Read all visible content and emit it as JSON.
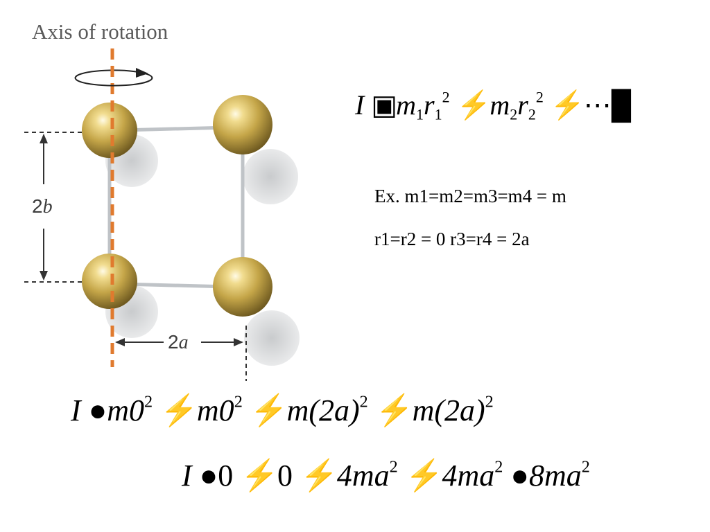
{
  "figure": {
    "axis_title": "Axis of rotation",
    "height_label_num": "2",
    "height_label_var": "b",
    "width_label_num": "2",
    "width_label_var": "a",
    "colors": {
      "axis": "#e07a2e",
      "sphere": "#c9a94a",
      "rod": "#c8ccd0",
      "shadow": "#d4d6d8",
      "dimension": "#333333"
    }
  },
  "formula_top": {
    "I": "I",
    "eq_glyph": "▣",
    "m1": "m",
    "sub1": "1",
    "r1": "r",
    "rsub1": "1",
    "sup1": "2",
    "plus1": "⚡",
    "m2": "m",
    "sub2": "2",
    "r2": "r",
    "rsub2": "2",
    "sup2": "2",
    "plus2": "⚡",
    "ellipsis": "⋯",
    "end": "█"
  },
  "notes": {
    "line1": "Ex. m1=m2=m3=m4 = m",
    "line2": "r1=r2 = 0   r3=r4 = 2a"
  },
  "formula_mid": {
    "I": "I",
    "eq": "●",
    "t1": "m0",
    "t1sup": "2",
    "p1": "⚡",
    "t2": "m0",
    "t2sup": "2",
    "p2": "⚡",
    "t3": "m(2a)",
    "t3sup": "2",
    "p3": "⚡",
    "t4": "m(2a)",
    "t4sup": "2"
  },
  "formula_bottom": {
    "I": "I",
    "eq": "●",
    "t1": "0",
    "p1": "⚡",
    "t2": "0",
    "p2": "⚡",
    "t3": "4ma",
    "t3sup": "2",
    "p3": "⚡",
    "t4": "4ma",
    "t4sup": "2",
    "eq2": "●",
    "t5": "8ma",
    "t5sup": "2"
  }
}
